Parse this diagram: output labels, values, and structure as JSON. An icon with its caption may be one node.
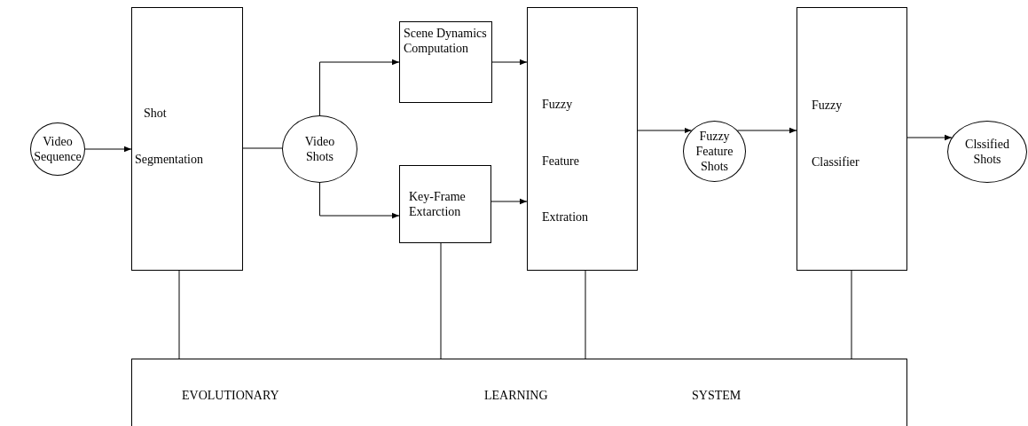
{
  "diagram": {
    "nodes": [
      {
        "text": [
          "Video Sequence"
        ]
      },
      {
        "text": [
          "Shot",
          "Segmentation"
        ]
      },
      {
        "text": [
          "Video Shots"
        ]
      },
      {
        "text": [
          "Scene Dynamics Computation"
        ]
      },
      {
        "text": [
          "Key-Frame Extarction"
        ]
      },
      {
        "text": [
          "Fuzzy",
          "Feature",
          "Extration"
        ]
      },
      {
        "text": [
          "Fuzzy Feature Shots"
        ]
      },
      {
        "text": [
          "Fuzzy",
          "Classifier"
        ]
      },
      {
        "text": [
          "Clssified Shots"
        ]
      },
      {
        "text": [
          "EVOLUTIONARY",
          "LEARNING",
          "SYSTEM"
        ]
      }
    ],
    "edges": [
      {
        "from": 0,
        "to": 1,
        "arrow": "to"
      },
      {
        "from": 1,
        "to": 2,
        "arrow": "none"
      },
      {
        "from": 2,
        "to": 3,
        "arrow": "to"
      },
      {
        "from": 2,
        "to": 4,
        "arrow": "to"
      },
      {
        "from": 3,
        "to": 5,
        "arrow": "to"
      },
      {
        "from": 4,
        "to": 5,
        "arrow": "to"
      },
      {
        "from": 5,
        "to": 6,
        "arrow": "to"
      },
      {
        "from": 6,
        "to": 7,
        "arrow": "to"
      },
      {
        "from": 7,
        "to": 8,
        "arrow": "to"
      },
      {
        "from": 1,
        "to": 9,
        "arrow": "none"
      },
      {
        "from": 4,
        "to": 9,
        "arrow": "none"
      },
      {
        "from": 5,
        "to": 9,
        "arrow": "none"
      },
      {
        "from": 7,
        "to": 9,
        "arrow": "none"
      }
    ]
  }
}
